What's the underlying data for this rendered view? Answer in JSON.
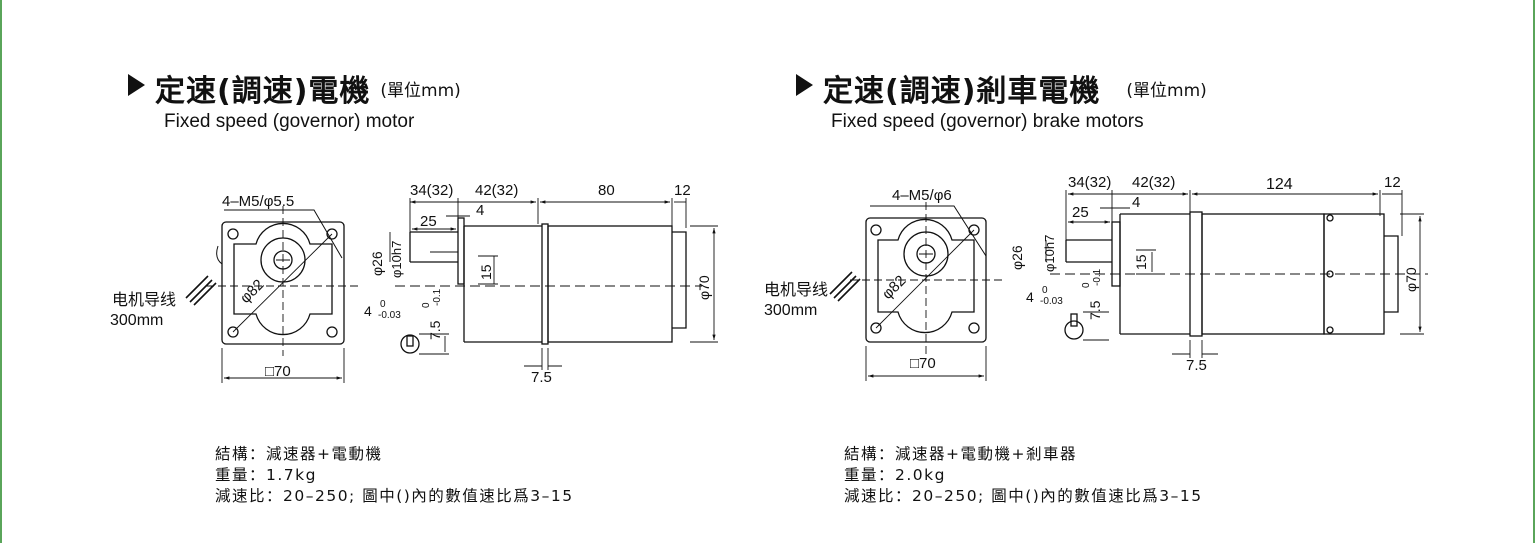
{
  "left": {
    "title_zh": "定速(調速)電機",
    "unit": "(單位mm)",
    "subtitle": "Fixed speed (governor) motor",
    "drawing": {
      "bolt": "4–M5/φ5.5",
      "circle": "φ82",
      "lead_wire_zh": "电机导线",
      "lead_wire_len": "300mm",
      "flange": "□70",
      "shaft_len_a": "34(32)",
      "gear_len": "42(32)",
      "body_len": "80",
      "end_len": "12",
      "key_len": "25",
      "key_gap": "4",
      "shaft_dia": "φ26",
      "shaft_fit": "φ10h7",
      "key_height": "15",
      "key_width": "4",
      "key_width_tol_top": "0",
      "key_width_tol_bottom": "-0.03",
      "key_depth": "7.5",
      "key_depth_tol_top": "0",
      "key_depth_tol_bottom": "-0.1",
      "flange_thk": "7.5",
      "body_dia": "φ70"
    },
    "specs": {
      "structure": "結構：減速器+電動機",
      "weight": "重量：1.7kg",
      "ratio": "減速比：20–250; 圖中()內的數值速比爲3–15"
    }
  },
  "right": {
    "title_zh": "定速(調速)剎車電機",
    "unit": "(單位mm)",
    "subtitle": "Fixed speed (governor) brake motors",
    "drawing": {
      "bolt": "4–M5/φ6",
      "circle": "φ82",
      "lead_wire_zh": "电机导线",
      "lead_wire_len": "300mm",
      "flange": "□70",
      "shaft_len_a": "34(32)",
      "gear_len": "42(32)",
      "body_len": "124",
      "end_len": "12",
      "key_len": "25",
      "key_gap": "4",
      "shaft_dia": "φ26",
      "shaft_fit": "φ10h7",
      "key_height": "15",
      "key_width": "4",
      "key_width_tol_top": "0",
      "key_width_tol_bottom": "-0.03",
      "key_depth": "7.5",
      "key_depth_tol_top": "0",
      "key_depth_tol_bottom": "-0.1",
      "flange_thk": "7.5",
      "body_dia": "φ70"
    },
    "specs": {
      "structure": "結構：減速器+電動機+剎車器",
      "weight": "重量：2.0kg",
      "ratio": "減速比：20–250; 圖中()內的數值速比爲3–15"
    }
  }
}
